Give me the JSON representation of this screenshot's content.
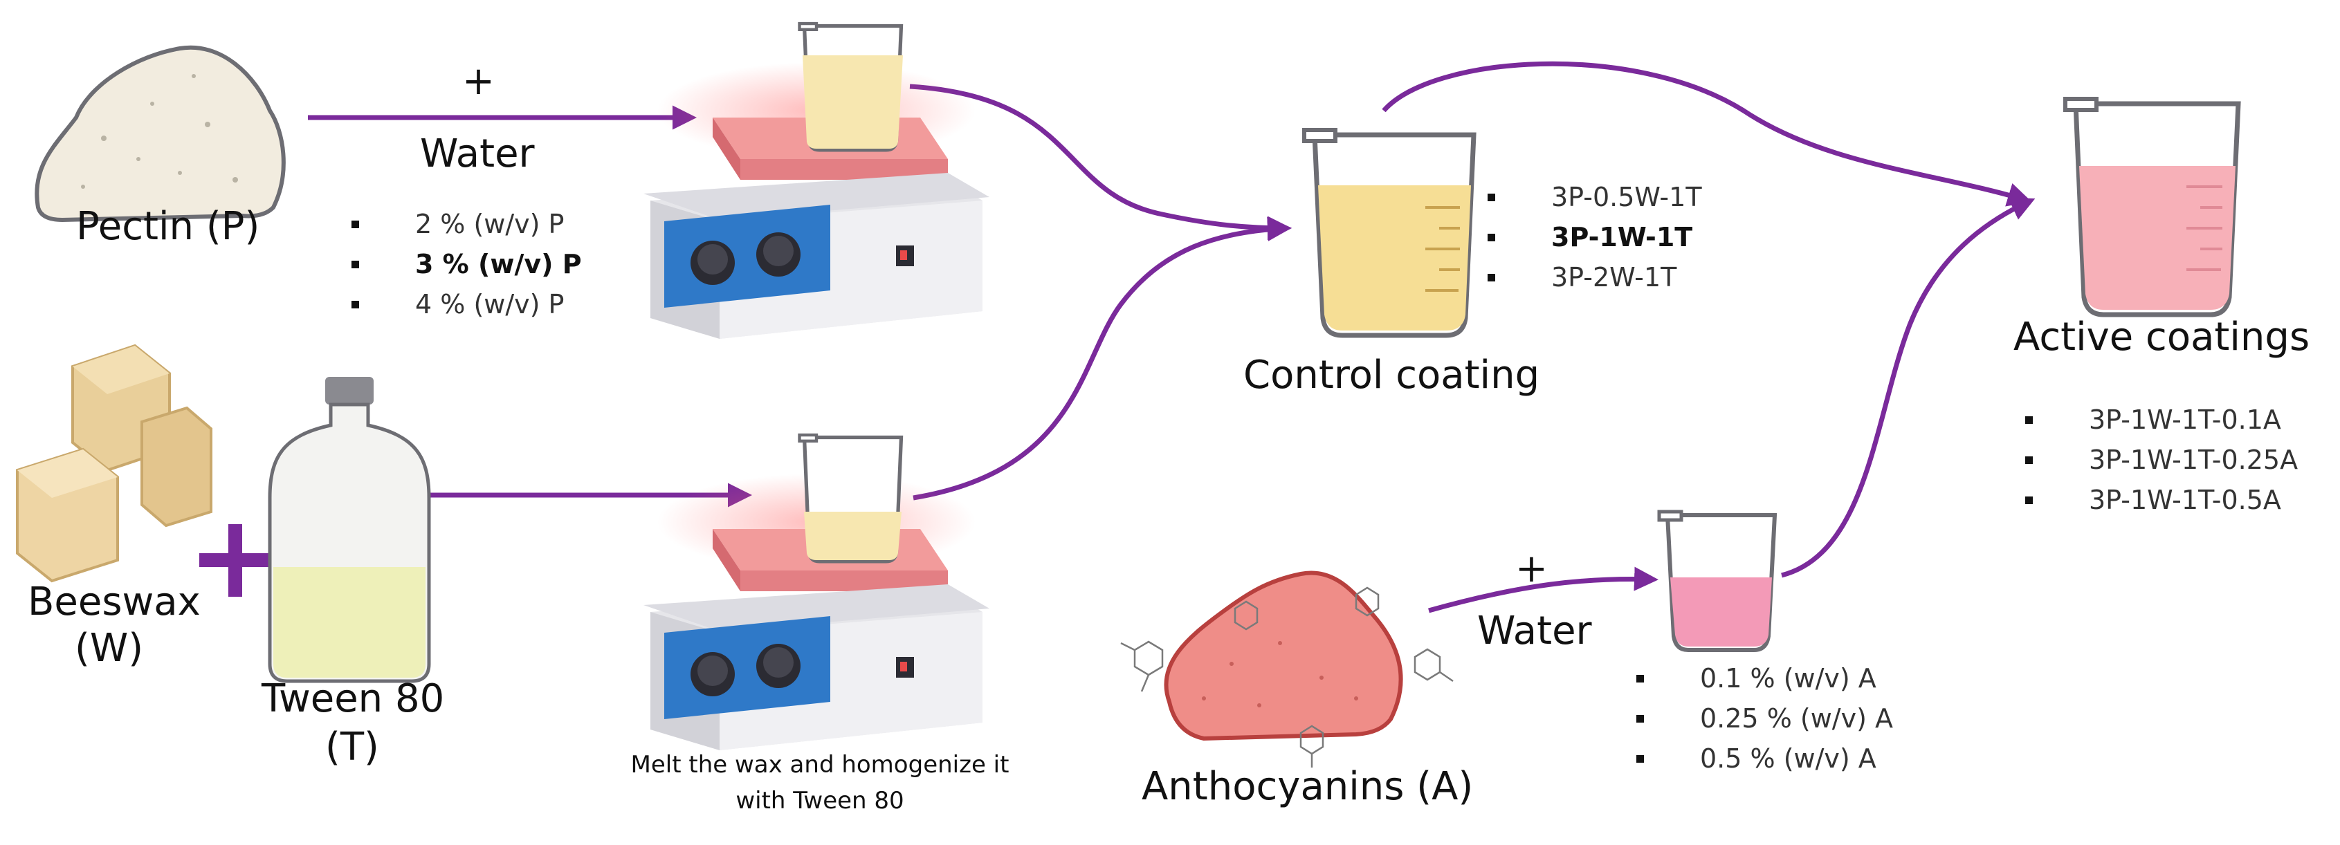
{
  "ingredients": {
    "pectin": "Pectin (P)",
    "beeswax_line1": "Beeswax",
    "beeswax_line2": "(W)",
    "tween_line1": "Tween 80",
    "tween_line2": "(T)",
    "anthocyanins": "Anthocyanins (A)"
  },
  "process": {
    "plus": "+",
    "water_top": "Water",
    "water_bottom": "Water",
    "melt_note_line1": "Melt the wax and homogenize it",
    "melt_note_line2": "with Tween 80"
  },
  "pectin_options": [
    {
      "text": "2 % (w/v) P",
      "bold": false
    },
    {
      "text": "3 % (w/v) P",
      "bold": true
    },
    {
      "text": "4 % (w/v) P",
      "bold": false
    }
  ],
  "control": {
    "title": "Control coating",
    "options": [
      {
        "text": "3P-0.5W-1T",
        "bold": false
      },
      {
        "text": "3P-1W-1T",
        "bold": true
      },
      {
        "text": "3P-2W-1T",
        "bold": false
      }
    ]
  },
  "anthocyanin_options": [
    {
      "text": "0.1 % (w/v) A",
      "bold": false
    },
    {
      "text": "0.25 % (w/v) A",
      "bold": false
    },
    {
      "text": "0.5 % (w/v) A",
      "bold": false
    }
  ],
  "active": {
    "title": "Active coatings",
    "options": [
      {
        "text": "3P-1W-1T-0.1A",
        "bold": false
      },
      {
        "text": "3P-1W-1T-0.25A",
        "bold": false
      },
      {
        "text": "3P-1W-1T-0.5A",
        "bold": false
      }
    ]
  },
  "colors": {
    "arrow": "#7a2a9b",
    "pectin_liquid": "#f7e7b0",
    "control_liquid": "#f6de95",
    "anthocyanin_liquid": "#f39ab7",
    "active_liquid": "#f7b0b8",
    "hotplate_top": "#f3a0a0",
    "hotplate_panel": "#2f79c8"
  }
}
